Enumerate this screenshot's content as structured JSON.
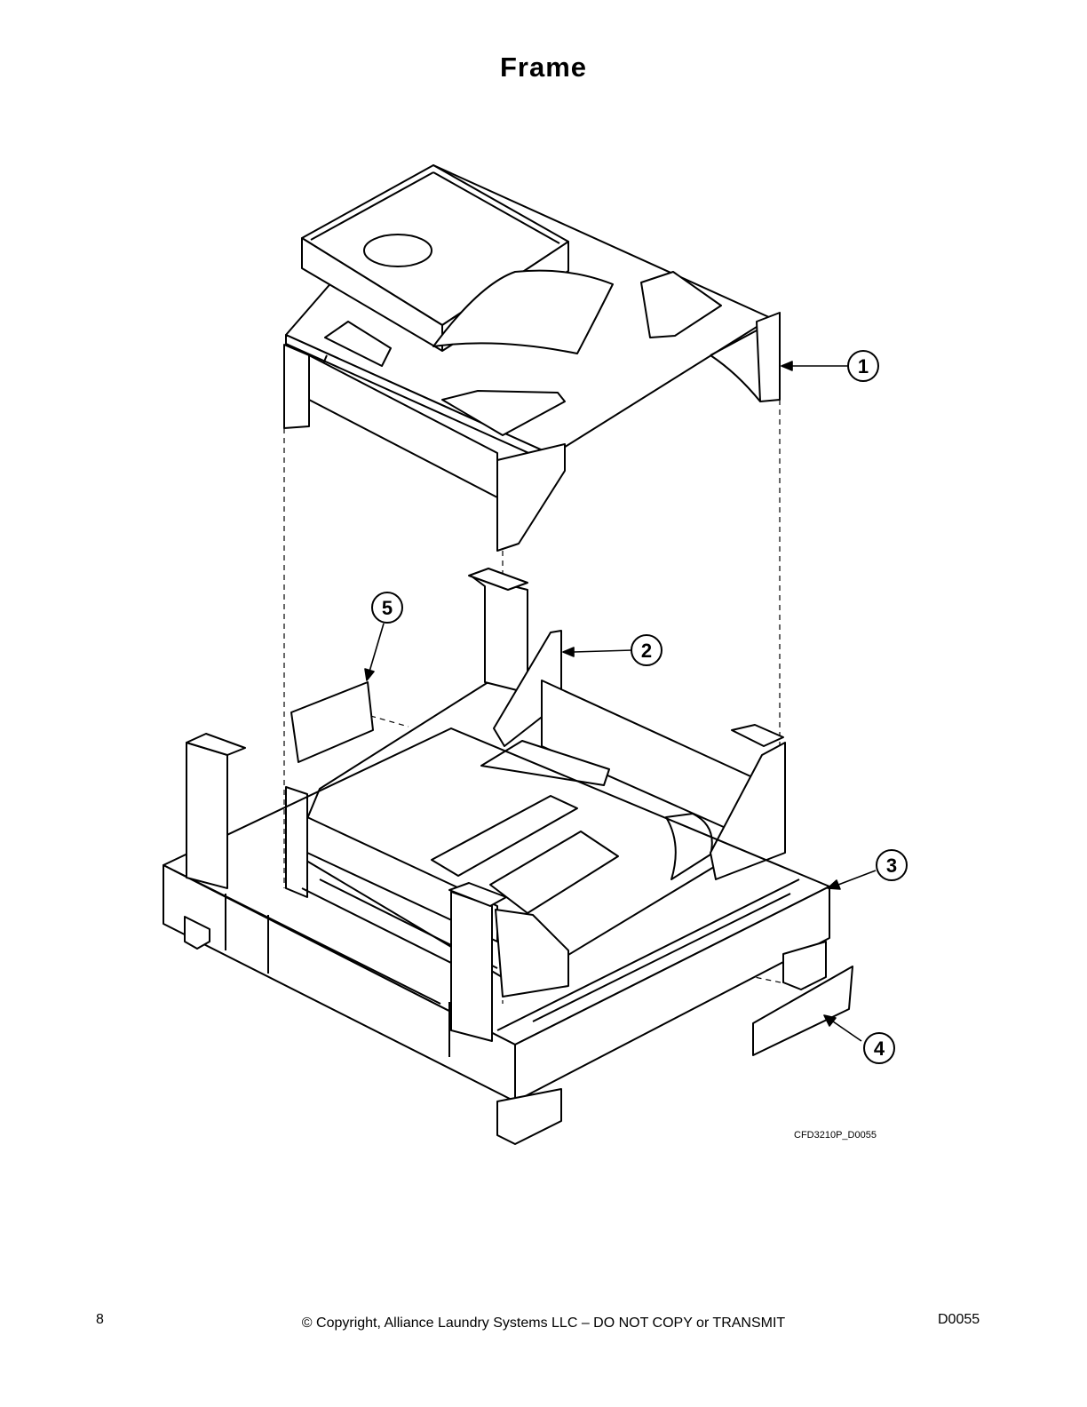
{
  "title": "Frame",
  "drawing_code": "CFD3210P_D0055",
  "callouts": [
    "1",
    "2",
    "3",
    "4",
    "5"
  ],
  "footer": {
    "page_number": "8",
    "copyright": "© Copyright, Alliance Laundry Systems LLC – DO NOT COPY or TRANSMIT",
    "doc_id": "D0055"
  }
}
